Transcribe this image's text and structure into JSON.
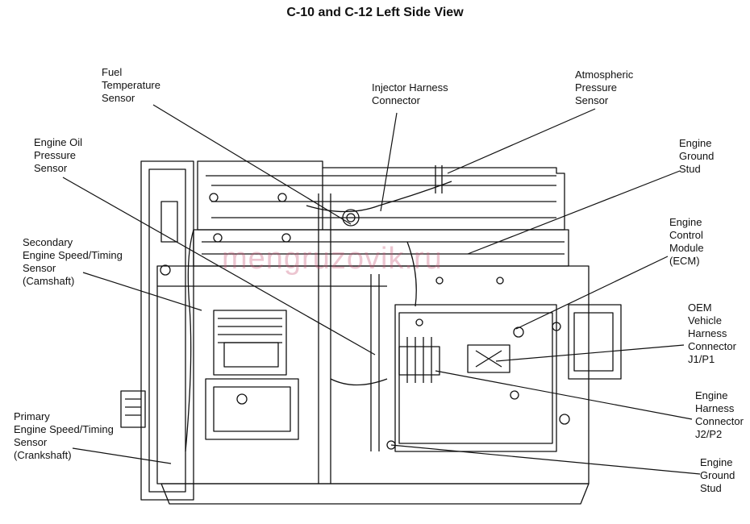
{
  "title": "C-10 and C-12 Left Side View",
  "watermark": "mengruzovik.ru",
  "labels": {
    "fuel_temp": "Fuel\nTemperature\nSensor",
    "injector_harness": "Injector Harness\nConnector",
    "atmospheric": "Atmospheric\nPressure\nSensor",
    "oil_pressure": "Engine Oil\nPressure\nSensor",
    "ground_stud_top": "Engine\nGround\nStud",
    "ecm": "Engine\nControl\nModule\n(ECM)",
    "secondary_speed": "Secondary\nEngine Speed/Timing\nSensor\n(Camshaft)",
    "oem_connector": "OEM\nVehicle\nHarness\nConnector\nJ1/P1",
    "engine_harness": "Engine\nHarness\nConnector\nJ2/P2",
    "primary_speed": "Primary\nEngine Speed/Timing\nSensor\n(Crankshaft)",
    "ground_stud_bottom": "Engine\nGround\nStud"
  }
}
